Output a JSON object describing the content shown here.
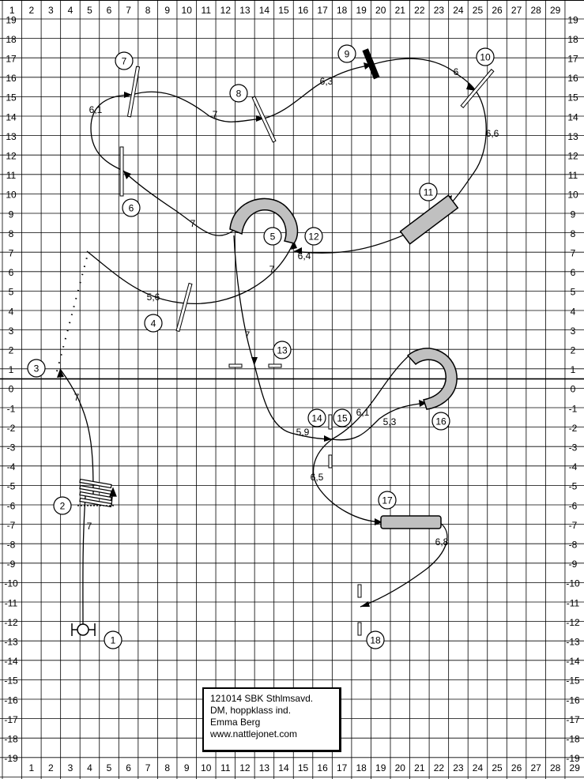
{
  "grid": {
    "x_labels": [
      "1",
      "2",
      "3",
      "4",
      "5",
      "6",
      "7",
      "8",
      "9",
      "10",
      "11",
      "12",
      "13",
      "14",
      "15",
      "16",
      "17",
      "18",
      "19",
      "20",
      "21",
      "22",
      "23",
      "24",
      "25",
      "26",
      "27",
      "28",
      "29"
    ],
    "y_labels": [
      "19",
      "18",
      "17",
      "16",
      "15",
      "14",
      "13",
      "12",
      "11",
      "10",
      "9",
      "8",
      "7",
      "6",
      "5",
      "4",
      "3",
      "2",
      "1",
      "0",
      "-1",
      "-2",
      "-3",
      "-4",
      "-5",
      "-6",
      "-7",
      "-8",
      "-9",
      "-10",
      "-11",
      "-12",
      "-13",
      "-14",
      "-15",
      "-16",
      "-17",
      "-18",
      "-19"
    ]
  },
  "obstacle_numbers": [
    "1",
    "2",
    "3",
    "4",
    "5",
    "6",
    "7",
    "8",
    "9",
    "10",
    "11",
    "12",
    "13",
    "14",
    "15",
    "16",
    "17",
    "18"
  ],
  "distance_labels": [
    "7",
    "7",
    "5,6",
    "7",
    "7",
    "6,1",
    "7",
    "6,3",
    "6",
    "6,6",
    "6,4",
    "7",
    "5,9",
    "6,1",
    "5,3",
    "6,5",
    "6,8"
  ],
  "info": {
    "line1": "121014 SBK Sthlmsavd.",
    "line2": "DM, hoppklass ind.",
    "line3": "Emma Berg",
    "line4": "www.nattlejonet.com"
  },
  "colors": {
    "grid": "#000000",
    "tunnel_fill": "#c0c0c0",
    "background": "#ffffff"
  }
}
